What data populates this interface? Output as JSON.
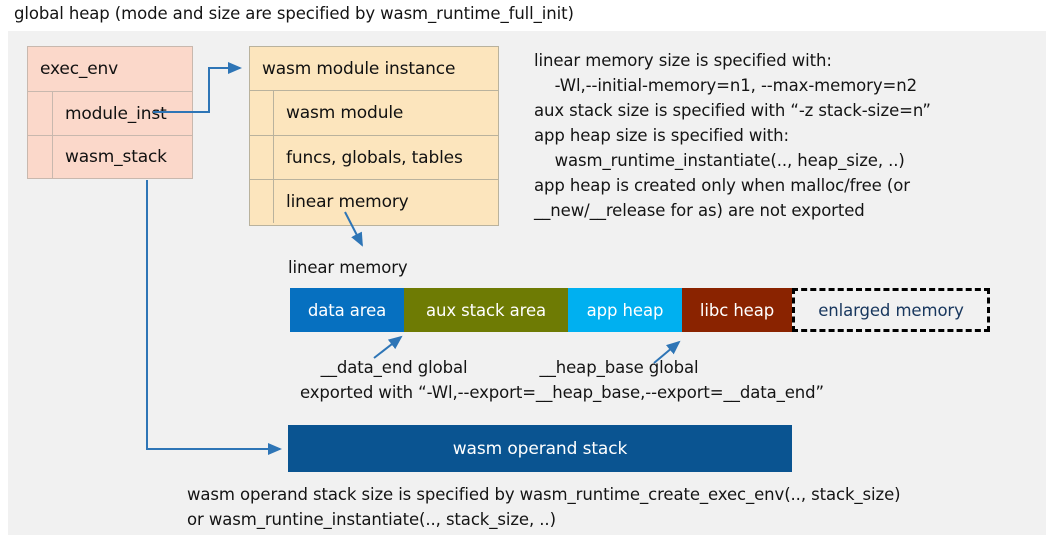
{
  "title": "global heap (mode and size are specified by wasm_runtime_full_init)",
  "colors": {
    "panel_background": "#f1f1f1",
    "exec_env_fill": "#fbd8ca",
    "module_instance_fill": "#fce5bd",
    "data_area": "#0670c0",
    "aux_stack_area": "#6e7b04",
    "app_heap": "#00b0f0",
    "libc_heap": "#8a2300",
    "enlarged_memory_text": "#17365d",
    "operand_stack": "#0a5491",
    "connector_arrow": "#2e75b6"
  },
  "exec_env": {
    "header": "exec_env",
    "fields": [
      {
        "label": "module_inst"
      },
      {
        "label": "wasm_stack"
      }
    ]
  },
  "module_instance": {
    "header": "wasm module instance",
    "fields": [
      {
        "label": "wasm module"
      },
      {
        "label": "funcs, globals, tables"
      },
      {
        "label": "linear memory"
      }
    ]
  },
  "notes": {
    "linear_memory": "linear memory size is specified with:\n    -Wl,--initial-memory=n1, --max-memory=n2\naux stack size is specified with “-z stack-size=n”\napp heap size is specified with:\n    wasm_runtime_instantiate(.., heap_size, ..)\napp heap is created only when malloc/free (or\n__new/__release for as) are not exported",
    "heap_globals": "    __data_end global              __heap_base global\nexported with “-Wl,--export=__heap_base,--export=__data_end”",
    "operand_stack": "wasm operand stack size is specified by wasm_runtime_create_exec_env(.., stack_size)\nor wasm_runtine_instantiate(.., stack_size, ..)"
  },
  "linear_memory_strip": {
    "caption": "linear memory",
    "segments": [
      {
        "label": "data area",
        "color": "#0670c0"
      },
      {
        "label": "aux stack area",
        "color": "#6e7b04"
      },
      {
        "label": "app heap",
        "color": "#00b0f0"
      },
      {
        "label": "libc heap",
        "color": "#8a2300"
      },
      {
        "label": "enlarged memory",
        "color": "transparent"
      }
    ]
  },
  "operand_stack_bar": {
    "label": "wasm operand stack"
  }
}
